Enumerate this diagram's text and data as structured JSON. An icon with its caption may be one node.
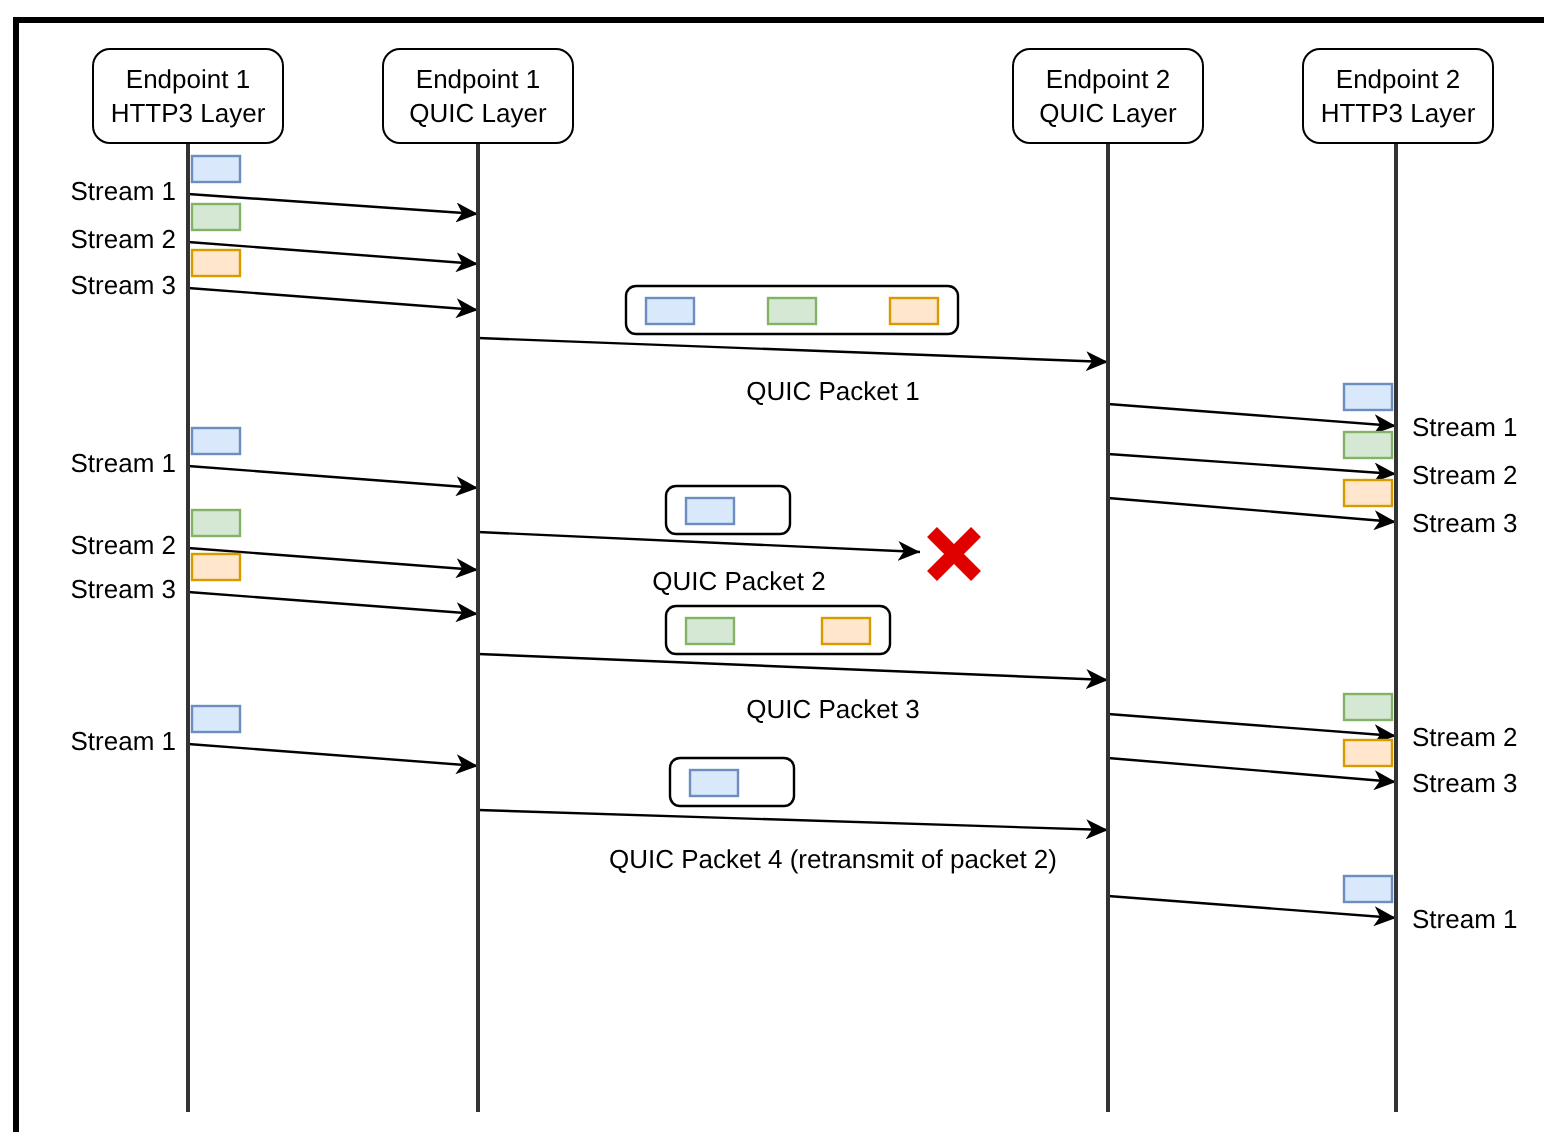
{
  "diagram": {
    "nodes": [
      {
        "text": [
          "Endpoint 1 HTTP3 Layer"
        ]
      },
      {
        "text": [
          "Endpoint 1 QUIC Layer"
        ]
      },
      {
        "text": [
          "Endpoint 2 QUIC Layer"
        ]
      },
      {
        "text": [
          "Endpoint 2 HTTP3 Layer"
        ]
      },
      {
        "text": [],
        "shape": "cross"
      }
    ],
    "edges": [
      {
        "from": 0,
        "to": 1,
        "arrow": "to",
        "label": "Stream 1"
      },
      {
        "from": 0,
        "to": 1,
        "arrow": "to",
        "label": "Stream 2"
      },
      {
        "from": 0,
        "to": 1,
        "arrow": "to",
        "label": "Stream 3"
      },
      {
        "from": 1,
        "to": 2,
        "arrow": "to",
        "label": "QUIC Packet 1"
      },
      {
        "from": 2,
        "to": 3,
        "arrow": "to",
        "label": "Stream 1"
      },
      {
        "from": 0,
        "to": 1,
        "arrow": "to",
        "label": "Stream 1"
      },
      {
        "from": 2,
        "to": 3,
        "arrow": "to",
        "label": "Stream 2"
      },
      {
        "from": 2,
        "to": 3,
        "arrow": "to",
        "label": "Stream 3"
      },
      {
        "from": 1,
        "to": 4,
        "arrow": "to",
        "label": "QUIC Packet 2"
      },
      {
        "from": 0,
        "to": 1,
        "arrow": "to",
        "label": "Stream 2"
      },
      {
        "from": 0,
        "to": 1,
        "arrow": "to",
        "label": "Stream 3"
      },
      {
        "from": 1,
        "to": 2,
        "arrow": "to",
        "label": "QUIC Packet 3"
      },
      {
        "from": 2,
        "to": 3,
        "arrow": "to",
        "label": "Stream 2"
      },
      {
        "from": 0,
        "to": 1,
        "arrow": "to",
        "label": "Stream 1"
      },
      {
        "from": 2,
        "to": 3,
        "arrow": "to",
        "label": "Stream 3"
      },
      {
        "from": 1,
        "to": 2,
        "arrow": "to",
        "label": "QUIC Packet 4 (retransmit of packet 2)"
      },
      {
        "from": 2,
        "to": 3,
        "arrow": "to",
        "label": "Stream 1"
      }
    ]
  }
}
